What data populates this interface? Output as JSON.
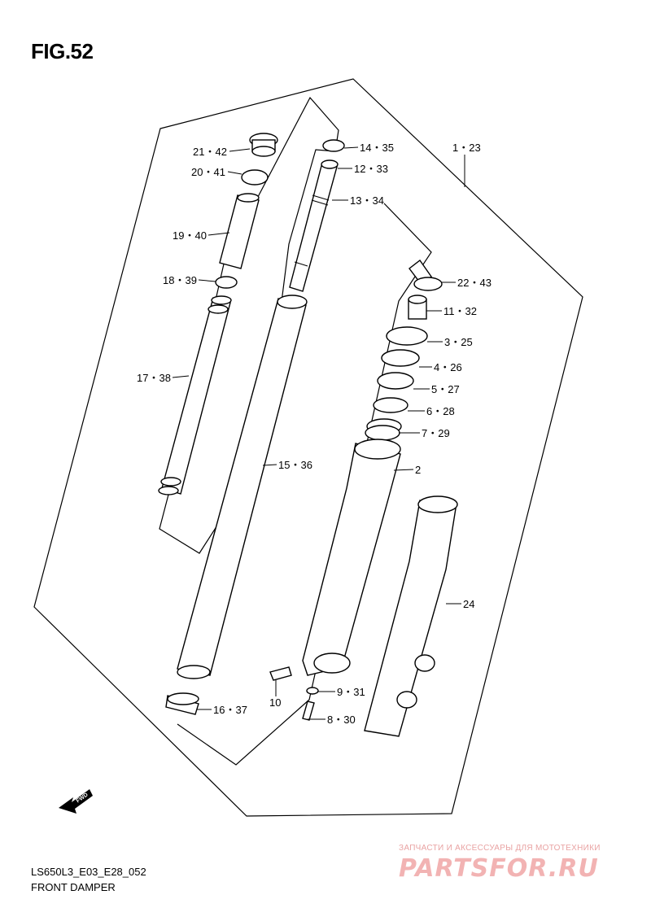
{
  "figure": {
    "title": "FIG.52",
    "model_code": "LS650L3_E03_E28_052",
    "name": "FRONT DAMPER"
  },
  "callouts": {
    "c1_23": "1・23",
    "c2": "2",
    "c3_25": "3・25",
    "c4_26": "4・26",
    "c5_27": "5・27",
    "c6_28": "6・28",
    "c7_29": "7・29",
    "c8_30": "8・30",
    "c9_31": "9・31",
    "c10": "10",
    "c11_32": "11・32",
    "c12_33": "12・33",
    "c13_34": "13・34",
    "c14_35": "14・35",
    "c15_36": "15・36",
    "c16_37": "16・37",
    "c17_38": "17・38",
    "c18_39": "18・39",
    "c19_40": "19・40",
    "c20_41": "20・41",
    "c21_42": "21・42",
    "c22_43": "22・43",
    "c24": "24"
  },
  "fwd_arrow_label": "FWD",
  "watermark": {
    "tagline": "ЗАПЧАСТИ И АКСЕССУАРЫ ДЛЯ МОТОТЕХНИКИ",
    "logo": "PARTSFOR.RU"
  }
}
